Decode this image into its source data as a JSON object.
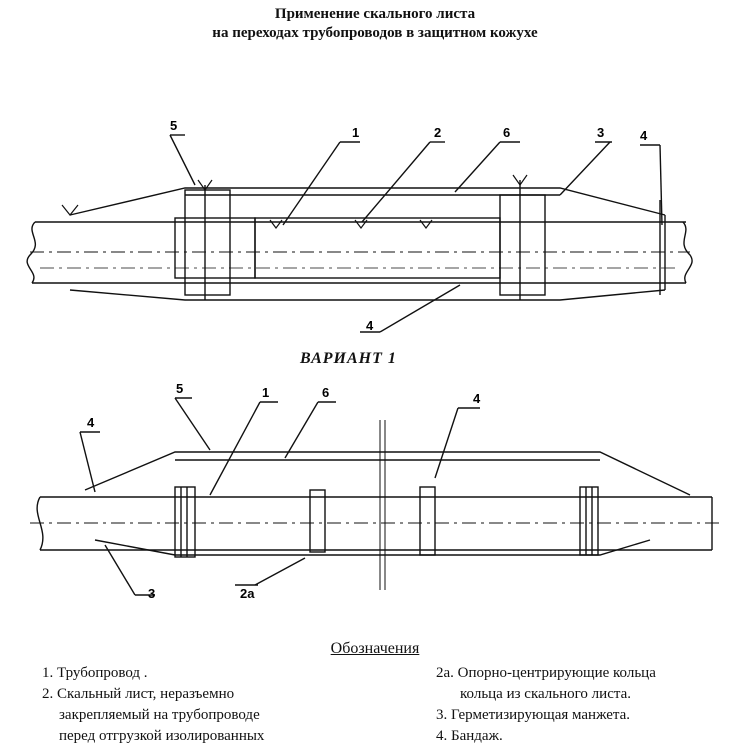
{
  "title": {
    "line1": "Применение  скального листа",
    "line2": "на переходах  трубопроводов  в защитном кожухе"
  },
  "variant_label": "ВАРИАНТ  1",
  "top_diagram": {
    "labels": [
      "5",
      "1",
      "2",
      "6",
      "3",
      "4",
      "4"
    ]
  },
  "bottom_diagram": {
    "labels": [
      "5",
      "1",
      "6",
      "4",
      "4",
      "3",
      "2а"
    ]
  },
  "legend": {
    "title": "Обозначения",
    "left": [
      "1.  Трубопровод .",
      "2. Скальный  лист, неразъемно",
      "закрепляемый на трубопроводе",
      "перед отгрузкой изолированных"
    ],
    "right": [
      "2а. Опорно-центрирующие кольца",
      "кольца из скального листа.",
      "3. Герметизирующая манжета.",
      "4. Бандаж."
    ]
  }
}
